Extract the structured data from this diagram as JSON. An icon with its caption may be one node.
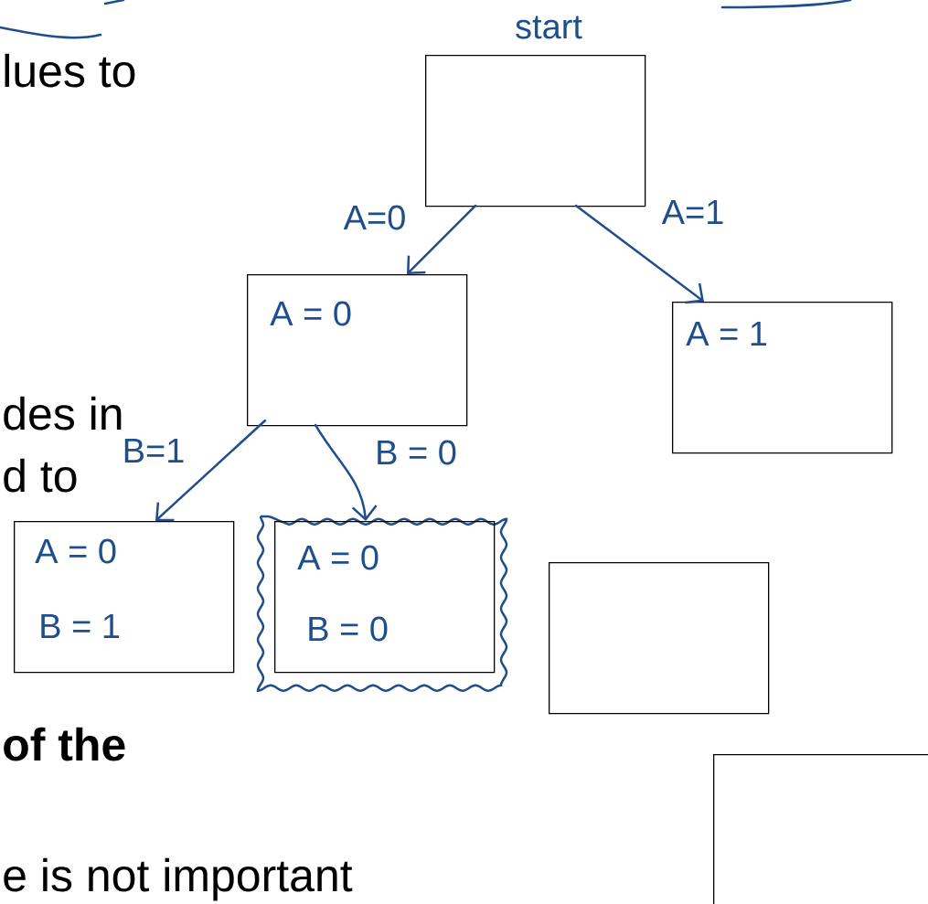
{
  "diagram": {
    "nodes": [
      {
        "text": [
          "start"
        ]
      },
      {
        "text": [
          "A = 0"
        ]
      },
      {
        "text": [
          "A = 1"
        ]
      },
      {
        "text": [
          "A = 0",
          "B = 1"
        ]
      },
      {
        "text": [
          "A = 0",
          "B = 0"
        ]
      },
      {
        "text": [],
        "shape": "box"
      },
      {
        "text": [],
        "shape": "box"
      }
    ],
    "edges": [
      {
        "from": 0,
        "to": 1,
        "arrow": "to",
        "label": "A=0"
      },
      {
        "from": 0,
        "to": 2,
        "arrow": "to",
        "label": "A=1"
      },
      {
        "from": 1,
        "to": 3,
        "arrow": "to",
        "label": "B=1"
      },
      {
        "from": 1,
        "to": 4,
        "arrow": "to",
        "label": "B = 0"
      }
    ],
    "labels": [
      "lues to",
      "des in",
      "d to",
      "of the",
      "e is not important"
    ]
  }
}
